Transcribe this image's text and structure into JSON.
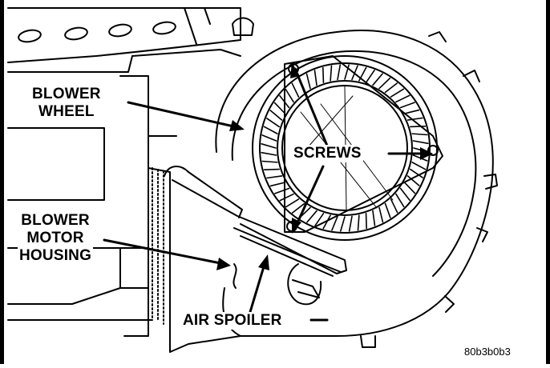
{
  "figure": {
    "labels": {
      "blower_wheel": [
        "BLOWER",
        "WHEEL"
      ],
      "screws": "SCREWS",
      "blower_motor_housing": [
        "BLOWER",
        "MOTOR",
        "HOUSING"
      ],
      "air_spoiler": "AIR SPOILER"
    },
    "figure_code": "80b3b0b3"
  }
}
